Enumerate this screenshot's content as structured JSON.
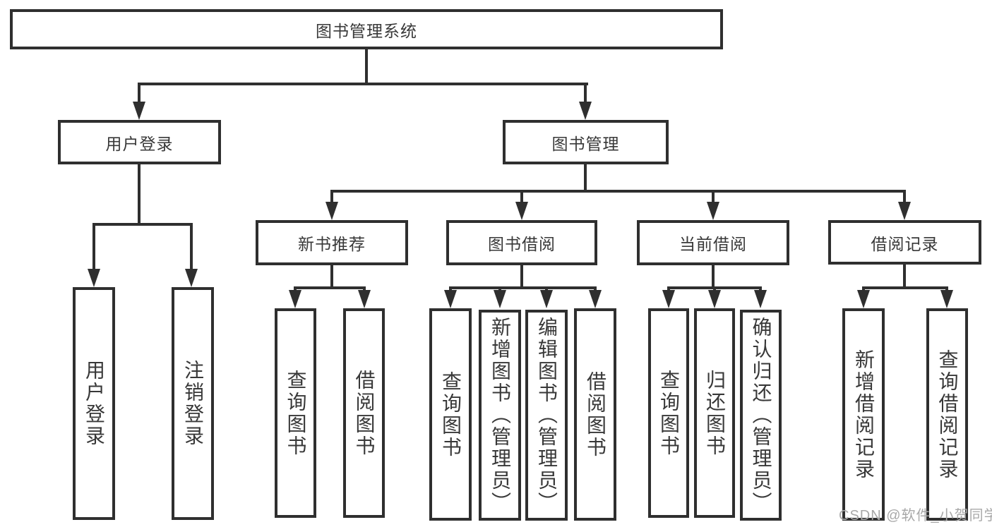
{
  "watermark": "CSDN @软件_小贺同学",
  "colors": {
    "line": "#2f2f2f",
    "text": "#383838",
    "watermark_text": "#a8a8a8",
    "background": "#ffffff"
  },
  "tree": {
    "label": "图书管理系统",
    "children": [
      {
        "label": "用户登录",
        "children": [
          {
            "label": "用户登录"
          },
          {
            "label": "注销登录"
          }
        ]
      },
      {
        "label": "图书管理",
        "children": [
          {
            "label": "新书推荐",
            "children": [
              {
                "label": "查询图书"
              },
              {
                "label": "借阅图书"
              }
            ]
          },
          {
            "label": "图书借阅",
            "children": [
              {
                "label": "查询图书"
              },
              {
                "label": "新增图书（管理员）"
              },
              {
                "label": "编辑图书（管理员）"
              },
              {
                "label": "借阅图书"
              }
            ]
          },
          {
            "label": "当前借阅",
            "children": [
              {
                "label": "查询图书"
              },
              {
                "label": "归还图书"
              },
              {
                "label": "确认归还（管理员）"
              }
            ]
          },
          {
            "label": "借阅记录",
            "children": [
              {
                "label": "新增借阅记录"
              },
              {
                "label": "查询借阅记录"
              }
            ]
          }
        ]
      }
    ]
  }
}
